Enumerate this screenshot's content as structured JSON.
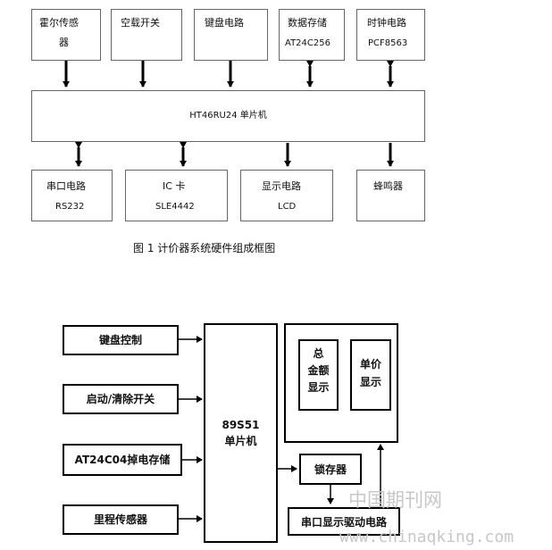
{
  "fig1": {
    "top_blocks": [
      {
        "lines": [
          "霍尔传感",
          "器"
        ]
      },
      {
        "lines": [
          "空载开关"
        ]
      },
      {
        "lines": [
          "键盘电路"
        ]
      },
      {
        "lines": [
          "数据存储",
          "AT24C256"
        ]
      },
      {
        "lines": [
          "时钟电路",
          "PCF8563"
        ]
      }
    ],
    "mcu": "HT46RU24 单片机",
    "bottom_blocks": [
      {
        "lines": [
          "串口电路",
          "RS232"
        ]
      },
      {
        "lines": [
          "IC 卡",
          "SLE4442"
        ]
      },
      {
        "lines": [
          "显示电路",
          "LCD"
        ]
      },
      {
        "lines": [
          "蜂鸣器"
        ]
      }
    ],
    "caption": "图 1   计价器系统硬件组成框图"
  },
  "fig2": {
    "left_blocks": [
      "键盘控制",
      "启动/清除开关",
      "AT24C04掉电存储",
      "里程传感器"
    ],
    "mcu_lines": [
      "89S51",
      "单片机"
    ],
    "total_amount_lines": [
      "总",
      "金额",
      "显示"
    ],
    "unit_price_lines": [
      "单价",
      "显示"
    ],
    "latch": "锁存器",
    "driver": "串口显示驱动电路"
  },
  "watermark": {
    "cn": "中国期刊网",
    "url": "www.chinaqking.com"
  }
}
